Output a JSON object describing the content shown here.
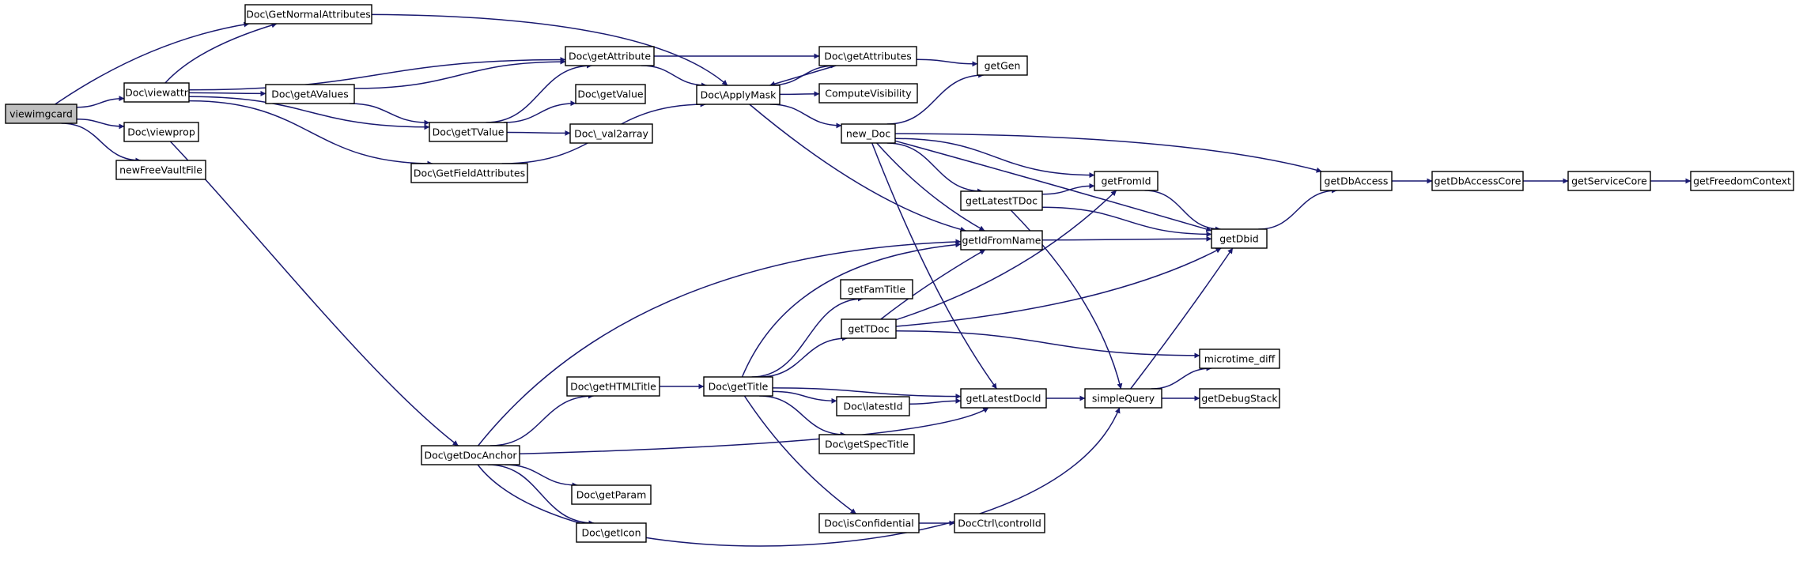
{
  "colors": {
    "edge": "#191970",
    "node_fill": "#ffffff",
    "root_fill": "#bfbfbf",
    "node_border": "#000000"
  },
  "nodes": [
    {
      "id": "viewimgcard",
      "label": "viewimgcard",
      "root": true
    },
    {
      "id": "GetNormalAttributes",
      "label": "Doc\\GetNormalAttributes"
    },
    {
      "id": "viewattr",
      "label": "Doc\\viewattr"
    },
    {
      "id": "viewprop",
      "label": "Doc\\viewprop"
    },
    {
      "id": "newFreeVaultFile",
      "label": "newFreeVaultFile"
    },
    {
      "id": "getAttribute",
      "label": "Doc\\getAttribute"
    },
    {
      "id": "getAValues",
      "label": "Doc\\getAValues"
    },
    {
      "id": "getTValue",
      "label": "Doc\\getTValue"
    },
    {
      "id": "GetFieldAttributes",
      "label": "Doc\\GetFieldAttributes"
    },
    {
      "id": "getValue",
      "label": "Doc\\getValue"
    },
    {
      "id": "val2array",
      "label": "Doc\\_val2array"
    },
    {
      "id": "ApplyMask",
      "label": "Doc\\ApplyMask"
    },
    {
      "id": "getAttributes",
      "label": "Doc\\getAttributes"
    },
    {
      "id": "ComputeVisibility",
      "label": "ComputeVisibility"
    },
    {
      "id": "new_Doc",
      "label": "new_Doc"
    },
    {
      "id": "getGen",
      "label": "getGen"
    },
    {
      "id": "getFromId",
      "label": "getFromId"
    },
    {
      "id": "getLatestTDoc",
      "label": "getLatestTDoc"
    },
    {
      "id": "getIdFromName",
      "label": "getIdFromName"
    },
    {
      "id": "getDbid",
      "label": "getDbid"
    },
    {
      "id": "getDbAccess",
      "label": "getDbAccess"
    },
    {
      "id": "getDbAccessCore",
      "label": "getDbAccessCore"
    },
    {
      "id": "getServiceCore",
      "label": "getServiceCore"
    },
    {
      "id": "getFreedomContext",
      "label": "getFreedomContext"
    },
    {
      "id": "getFamTitle",
      "label": "getFamTitle"
    },
    {
      "id": "getTDoc",
      "label": "getTDoc"
    },
    {
      "id": "microtime_diff",
      "label": "microtime_diff"
    },
    {
      "id": "getHTMLTitle",
      "label": "Doc\\getHTMLTitle"
    },
    {
      "id": "getTitle",
      "label": "Doc\\getTitle"
    },
    {
      "id": "latestId",
      "label": "Doc\\latestId"
    },
    {
      "id": "getLatestDocId",
      "label": "getLatestDocId"
    },
    {
      "id": "simpleQuery",
      "label": "simpleQuery"
    },
    {
      "id": "getDebugStack",
      "label": "getDebugStack"
    },
    {
      "id": "getSpecTitle",
      "label": "Doc\\getSpecTitle"
    },
    {
      "id": "getDocAnchor",
      "label": "Doc\\getDocAnchor"
    },
    {
      "id": "getParam",
      "label": "Doc\\getParam"
    },
    {
      "id": "getIcon",
      "label": "Doc\\getIcon"
    },
    {
      "id": "isConfidential",
      "label": "Doc\\isConfidential"
    },
    {
      "id": "controlId",
      "label": "DocCtrl\\controlId"
    }
  ],
  "edges": [
    {
      "from": "viewimgcard",
      "to": "GetNormalAttributes"
    },
    {
      "from": "viewimgcard",
      "to": "viewattr"
    },
    {
      "from": "viewimgcard",
      "to": "viewprop"
    },
    {
      "from": "viewimgcard",
      "to": "newFreeVaultFile"
    },
    {
      "from": "GetNormalAttributes",
      "to": "ApplyMask"
    },
    {
      "from": "viewattr",
      "to": "GetNormalAttributes"
    },
    {
      "from": "viewattr",
      "to": "getAttribute"
    },
    {
      "from": "viewattr",
      "to": "getAValues"
    },
    {
      "from": "viewattr",
      "to": "getTValue"
    },
    {
      "from": "viewattr",
      "to": "GetFieldAttributes"
    },
    {
      "from": "viewprop",
      "to": "getDocAnchor"
    },
    {
      "from": "getAValues",
      "to": "getAttribute"
    },
    {
      "from": "getAValues",
      "to": "getTValue"
    },
    {
      "from": "getTValue",
      "to": "getAttribute"
    },
    {
      "from": "getTValue",
      "to": "getValue"
    },
    {
      "from": "getTValue",
      "to": "val2array"
    },
    {
      "from": "getAttribute",
      "to": "getAttributes"
    },
    {
      "from": "getAttribute",
      "to": "ApplyMask"
    },
    {
      "from": "GetFieldAttributes",
      "to": "ApplyMask"
    },
    {
      "from": "ApplyMask",
      "to": "getAttributes"
    },
    {
      "from": "ApplyMask",
      "to": "ComputeVisibility"
    },
    {
      "from": "ApplyMask",
      "to": "new_Doc"
    },
    {
      "from": "ApplyMask",
      "to": "getIdFromName"
    },
    {
      "from": "getAttributes",
      "to": "ApplyMask"
    },
    {
      "from": "getAttributes",
      "to": "getGen"
    },
    {
      "from": "new_Doc",
      "to": "getGen"
    },
    {
      "from": "new_Doc",
      "to": "getDbAccess"
    },
    {
      "from": "new_Doc",
      "to": "getFromId"
    },
    {
      "from": "new_Doc",
      "to": "getLatestTDoc"
    },
    {
      "from": "new_Doc",
      "to": "getIdFromName"
    },
    {
      "from": "new_Doc",
      "to": "getDbid"
    },
    {
      "from": "new_Doc",
      "to": "getLatestDocId"
    },
    {
      "from": "getLatestTDoc",
      "to": "getFromId"
    },
    {
      "from": "getLatestTDoc",
      "to": "getDbid"
    },
    {
      "from": "getLatestTDoc",
      "to": "simpleQuery"
    },
    {
      "from": "getFromId",
      "to": "getDbid"
    },
    {
      "from": "getIdFromName",
      "to": "getDbid"
    },
    {
      "from": "getDbid",
      "to": "getDbAccess"
    },
    {
      "from": "getDbAccess",
      "to": "getDbAccessCore"
    },
    {
      "from": "getDbAccessCore",
      "to": "getServiceCore"
    },
    {
      "from": "getServiceCore",
      "to": "getFreedomContext"
    },
    {
      "from": "getTDoc",
      "to": "getIdFromName"
    },
    {
      "from": "getTDoc",
      "to": "getFromId"
    },
    {
      "from": "getTDoc",
      "to": "getDbid"
    },
    {
      "from": "getTDoc",
      "to": "microtime_diff"
    },
    {
      "from": "getTitle",
      "to": "getIdFromName"
    },
    {
      "from": "getTitle",
      "to": "getFamTitle"
    },
    {
      "from": "getTitle",
      "to": "getTDoc"
    },
    {
      "from": "getTitle",
      "to": "getLatestDocId"
    },
    {
      "from": "getTitle",
      "to": "latestId"
    },
    {
      "from": "getTitle",
      "to": "getSpecTitle"
    },
    {
      "from": "getTitle",
      "to": "isConfidential"
    },
    {
      "from": "latestId",
      "to": "getLatestDocId"
    },
    {
      "from": "getLatestDocId",
      "to": "simpleQuery"
    },
    {
      "from": "simpleQuery",
      "to": "getDbid"
    },
    {
      "from": "simpleQuery",
      "to": "microtime_diff"
    },
    {
      "from": "simpleQuery",
      "to": "getDebugStack"
    },
    {
      "from": "getHTMLTitle",
      "to": "getTitle"
    },
    {
      "from": "getDocAnchor",
      "to": "getIdFromName"
    },
    {
      "from": "getDocAnchor",
      "to": "getHTMLTitle"
    },
    {
      "from": "getDocAnchor",
      "to": "getLatestDocId"
    },
    {
      "from": "getDocAnchor",
      "to": "getParam"
    },
    {
      "from": "getDocAnchor",
      "to": "getIcon"
    },
    {
      "from": "getDocAnchor",
      "to": "simpleQuery"
    },
    {
      "from": "isConfidential",
      "to": "controlId"
    }
  ]
}
